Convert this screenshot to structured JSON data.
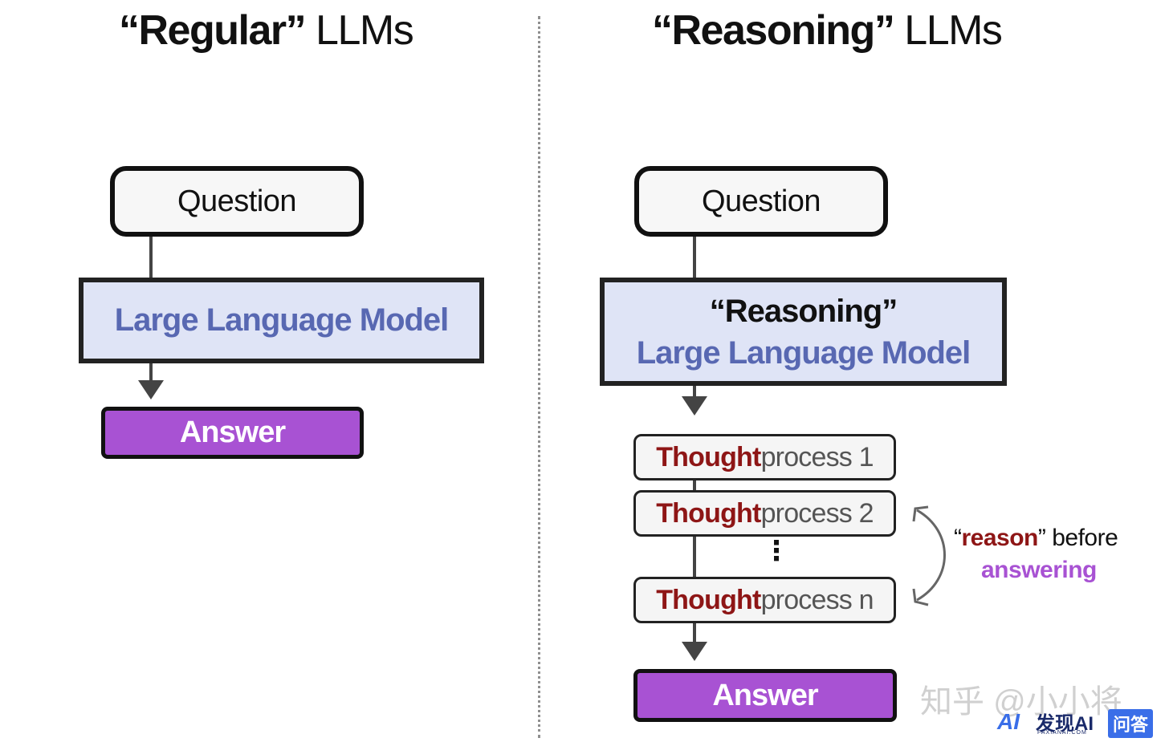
{
  "left": {
    "title_bold": "“Regular”",
    "title_light": " LLMs",
    "question": "Question",
    "model": "Large Language Model",
    "answer": "Answer"
  },
  "right": {
    "title_bold": "“Reasoning”",
    "title_light": " LLMs",
    "question": "Question",
    "model_line1": "“Reasoning”",
    "model_line2": "Large Language Model",
    "thoughts": [
      {
        "bold": "Thought",
        "rest": " process 1"
      },
      {
        "bold": "Thought",
        "rest": " process 2"
      },
      {
        "bold": "Thought",
        "rest": " process n"
      }
    ],
    "ellipsis": "⋮",
    "answer": "Answer",
    "note_reason": "reason",
    "note_open_quote": "“",
    "note_close": "” before",
    "note_answering": "answering"
  },
  "watermark": {
    "text": "知乎 @小小将",
    "brand_mark": "AI",
    "brand_name": "发现AI",
    "brand_url": "FAXIANAI.COM",
    "brand_tag": "问答"
  },
  "colors": {
    "model_fill": "#dfe4f6",
    "model_text": "#5868b2",
    "answer_fill": "#a852d3",
    "thought_bold": "#8e1616"
  }
}
